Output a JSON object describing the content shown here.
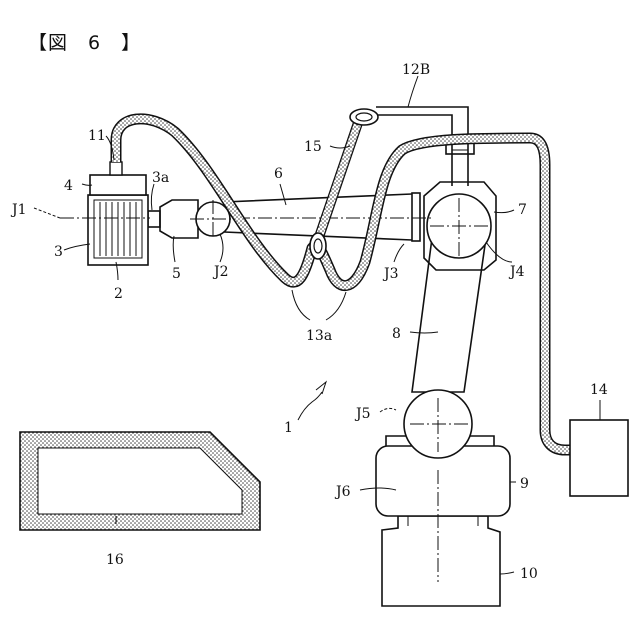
{
  "figure_title": "【図　6　】",
  "labels": {
    "l1": "1",
    "l2": "2",
    "l3": "3",
    "l3a": "3a",
    "l4": "4",
    "l5": "5",
    "l6": "6",
    "l7": "7",
    "l8": "8",
    "l9": "9",
    "l10": "10",
    "l11": "11",
    "l12b": "12B",
    "l13a": "13a",
    "l14": "14",
    "l15": "15",
    "l16": "16",
    "j1": "J1",
    "j2": "J2",
    "j3": "J3",
    "j4": "J4",
    "j5": "J5",
    "j6": "J6"
  }
}
